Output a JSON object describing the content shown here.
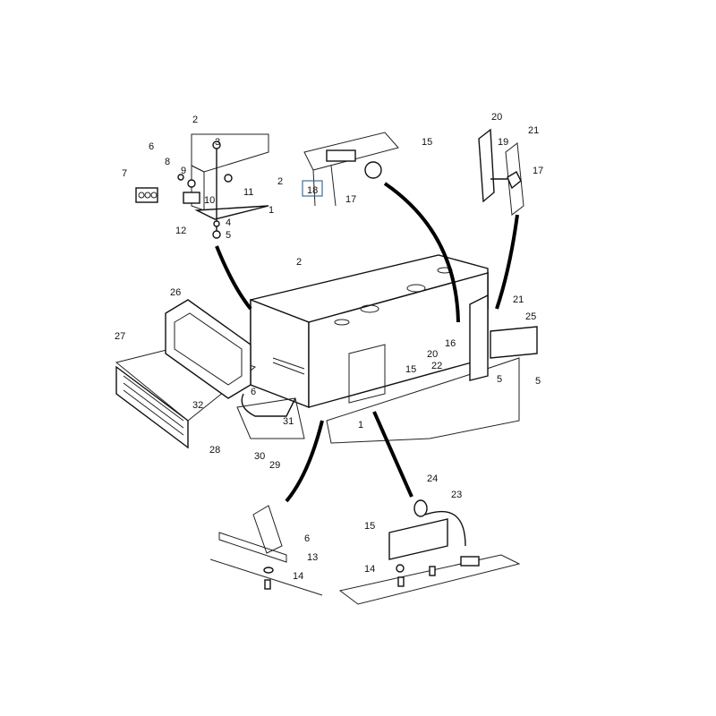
{
  "callouts": [
    "2",
    "3",
    "6",
    "8",
    "9",
    "7",
    "10",
    "11",
    "1",
    "12",
    "4",
    "5",
    "15",
    "2",
    "18",
    "17",
    "20",
    "19",
    "21",
    "17",
    "2",
    "26",
    "27",
    "21",
    "25",
    "16",
    "20",
    "22",
    "15",
    "5",
    "5",
    "6",
    "32",
    "1",
    "31",
    "28",
    "30",
    "29",
    "24",
    "23",
    "15",
    "14",
    "6",
    "13",
    "14"
  ],
  "highlighted_callout": "18",
  "highlight_color": "#3b6f99"
}
